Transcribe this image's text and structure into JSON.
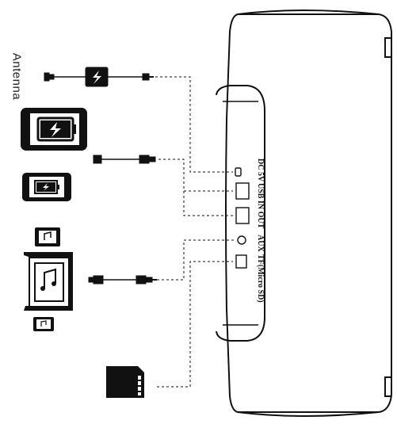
{
  "side_label": "Antenna",
  "ports": {
    "dc": "DC 5V",
    "usb": "USB IN OUT",
    "aux": "AUX",
    "tf": "TF(Micro SD)"
  },
  "colors": {
    "ink": "#111111",
    "background": "#ffffff"
  }
}
